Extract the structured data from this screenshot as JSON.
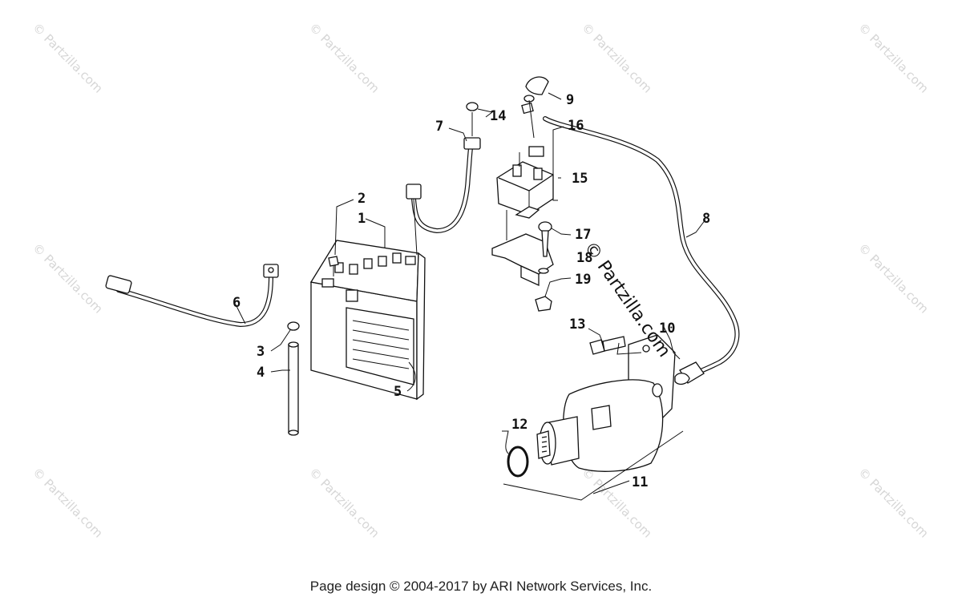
{
  "watermark": {
    "text": "© Partzilla.com",
    "center_text": "© Partzilla.com"
  },
  "callouts": {
    "c1": "1",
    "c2": "2",
    "c3": "3",
    "c4": "4",
    "c5": "5",
    "c6": "6",
    "c7": "7",
    "c8": "8",
    "c9": "9",
    "c10": "10",
    "c11": "11",
    "c12": "12",
    "c13": "13",
    "c14": "14",
    "c15": "15",
    "c16": "16",
    "c17": "17",
    "c18": "18",
    "c19": "19"
  },
  "footer": "Page design © 2004-2017 by ARI Network Services, Inc."
}
